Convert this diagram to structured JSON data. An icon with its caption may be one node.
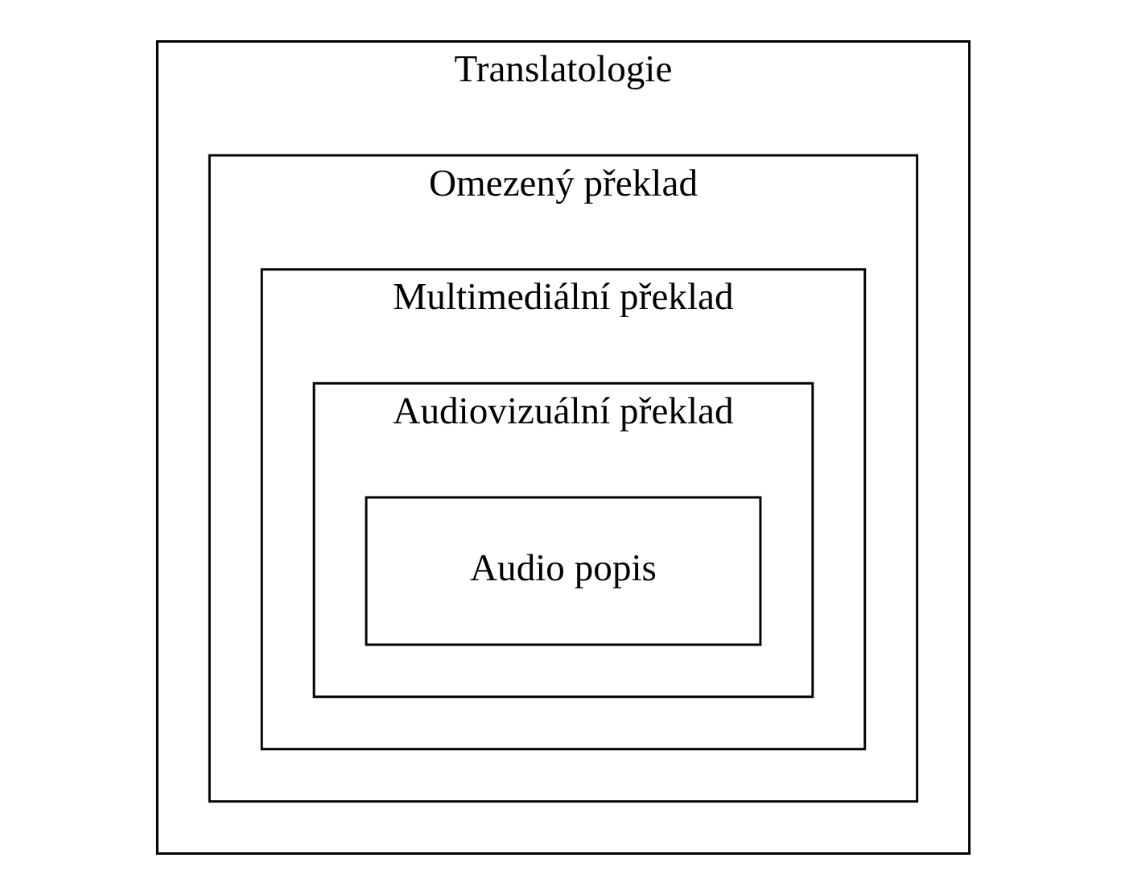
{
  "diagram": {
    "nodes": [
      {
        "text": [
          "Translatologie"
        ]
      },
      {
        "text": [
          "Omezený překlad"
        ],
        "in": 0
      },
      {
        "text": [
          "Multimediální překlad"
        ],
        "in": 1
      },
      {
        "text": [
          "Audiovizuální překlad"
        ],
        "in": 2
      },
      {
        "text": [
          "Audio popis"
        ],
        "in": 3
      }
    ]
  }
}
